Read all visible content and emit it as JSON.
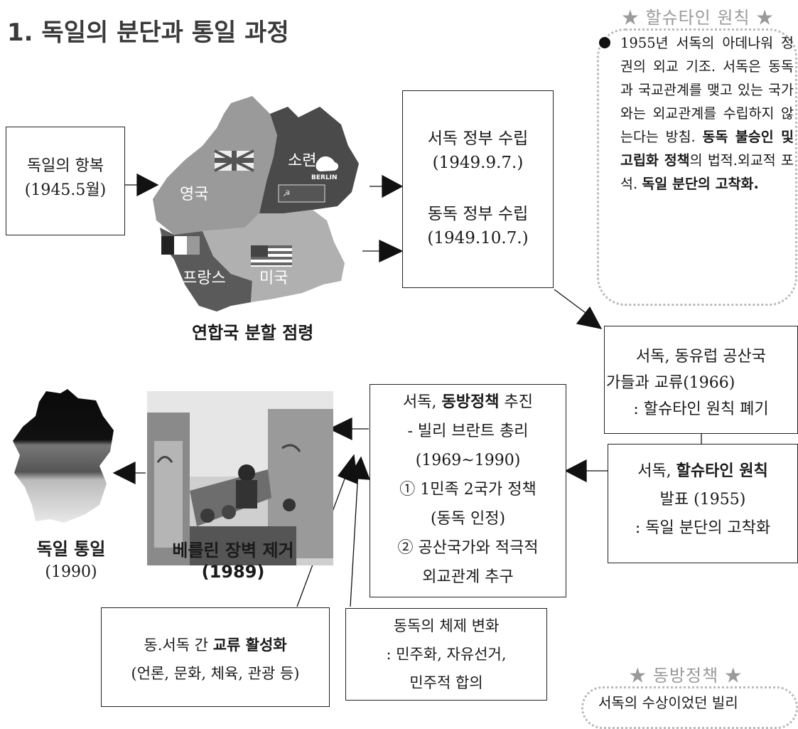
{
  "title": "1. 독일의 분단과 통일 과정",
  "surrender": {
    "line1": "독일의 항복",
    "line2": "(1945.5월)"
  },
  "map": {
    "caption": "연합국 분할 점령",
    "zone_uk": "영국",
    "zone_ussr": "소련",
    "zone_fr": "프랑스",
    "zone_us": "미국",
    "berlin": "BERLIN"
  },
  "govts": {
    "west_line1": "서독 정부 수립",
    "west_line2": "(1949.9.7.)",
    "east_line1": "동독 정부 수립",
    "east_line2": "(1949.10.7.)"
  },
  "hallstein_side": {
    "heading": "★ 할슈타인 원칙 ★",
    "t1": "1955년 서독의 아데나워 정권의 외교 기조. 서독은 동독과 국교관계를 맺고 있는 국가와는 외교관계를 수립하지 않는다는 방침. ",
    "b1": "동독 불승인 및 고립화 정책",
    "t2": "의 법적.외교적 포석. ",
    "b2": "독일 분단의 고착화."
  },
  "exchange1966": {
    "line1": "서독, 동유럽 공산국",
    "line2": "가들과 교류(1966)",
    "line3": ": 할슈타인 원칙 폐기"
  },
  "hallstein_box": {
    "pre": "서독, ",
    "bold": "할슈타인 원칙",
    "line2": "발표 (1955)",
    "line3": ": 독일 분단의 고착화"
  },
  "ostpolitik": {
    "pre": "서독, ",
    "bold": "동방정책",
    "post": " 추진",
    "line2": "- 빌리 브란트 총리",
    "line3": "(1969~1990)",
    "line4": "① 1민족 2국가 정책",
    "line5": "(동독 인정)",
    "line6": "② 공산국가와 적극적",
    "line7": "외교관계 추구"
  },
  "wall": {
    "caption1": "베를린 장벽 제거",
    "caption2": "(1989)"
  },
  "unification": {
    "caption1": "독일 통일",
    "caption2": "(1990)"
  },
  "exchange_box": {
    "pre": "동.서독 간 ",
    "bold": "교류 활성화",
    "line2": "(언론, 문화, 체육, 관광 등)"
  },
  "east_change": {
    "line1": "동독의 체제 변화",
    "line2": ": 민주화, 자유선거,",
    "line3": "민주적 합의"
  },
  "ostpolitik_side": {
    "heading": "★ 동방정책 ★",
    "partial": "서독의 수상이었던 빌리"
  }
}
